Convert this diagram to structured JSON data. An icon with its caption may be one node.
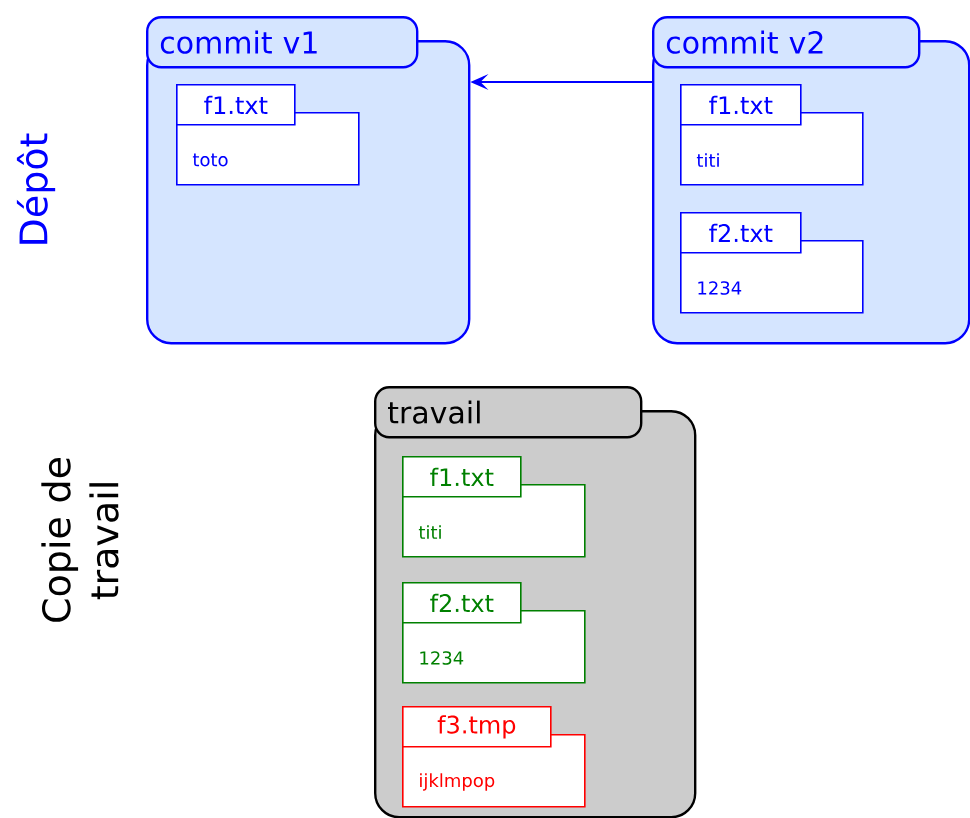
{
  "diagram": {
    "nodes": [
      {
        "text": [
          "commit v1"
        ]
      },
      {
        "text": [
          "f1.txt",
          "toto"
        ],
        "in": 0
      },
      {
        "text": [
          "commit v2"
        ]
      },
      {
        "text": [
          "f1.txt",
          "titi"
        ],
        "in": 2
      },
      {
        "text": [
          "f2.txt",
          "1234"
        ],
        "in": 2
      },
      {
        "text": [
          "travail"
        ]
      },
      {
        "text": [
          "f1.txt",
          "titi"
        ],
        "in": 5
      },
      {
        "text": [
          "f2.txt",
          "1234"
        ],
        "in": 5
      },
      {
        "text": [
          "f3.tmp",
          "ijklmpop"
        ],
        "in": 5
      }
    ],
    "edges": [
      {
        "from": 2,
        "to": 0,
        "arrow": "to"
      }
    ],
    "labels": [
      "Dépôt",
      "Copie de travail"
    ]
  }
}
